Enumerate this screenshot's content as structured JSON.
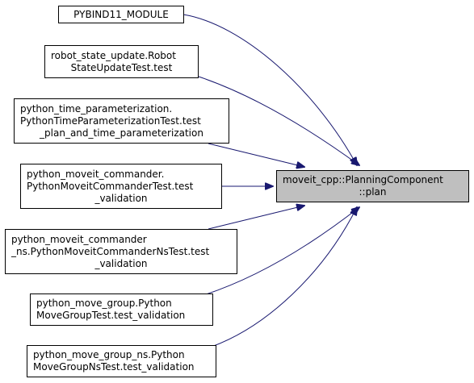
{
  "diagram": {
    "edge_color": "#191970",
    "target": {
      "lines": [
        "moveit_cpp::PlanningComponent",
        "::plan"
      ],
      "fill": "#bfbfbf"
    },
    "callers": [
      {
        "lines": [
          "PYBIND11_MODULE"
        ]
      },
      {
        "lines": [
          "robot_state_update.Robot",
          "StateUpdateTest.test"
        ]
      },
      {
        "lines": [
          "python_time_parameterization.",
          "PythonTimeParameterizationTest.test",
          "_plan_and_time_parameterization"
        ]
      },
      {
        "lines": [
          "python_moveit_commander.",
          "PythonMoveitCommanderTest.test",
          "_validation"
        ]
      },
      {
        "lines": [
          "python_moveit_commander",
          "_ns.PythonMoveitCommanderNsTest.test",
          "_validation"
        ]
      },
      {
        "lines": [
          "python_move_group.Python",
          "MoveGroupTest.test_validation"
        ]
      },
      {
        "lines": [
          "python_move_group_ns.Python",
          "MoveGroupNsTest.test_validation"
        ]
      }
    ]
  }
}
